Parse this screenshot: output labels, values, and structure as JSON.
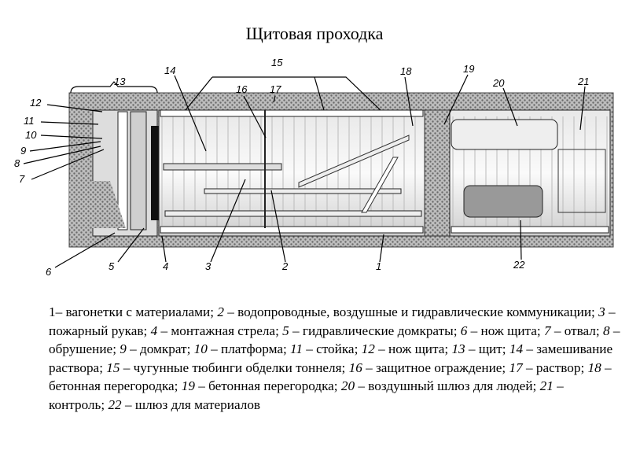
{
  "title": "Щитовая проходка",
  "diagram": {
    "labels": [
      "1",
      "2",
      "3",
      "4",
      "5",
      "6",
      "7",
      "8",
      "9",
      "10",
      "11",
      "12",
      "13",
      "14",
      "15",
      "16",
      "17",
      "18",
      "19",
      "20",
      "21",
      "22"
    ]
  },
  "legend": [
    {
      "num": "1",
      "text": "вагонетки с материалами"
    },
    {
      "num": "2",
      "text": "водопроводные, воздушные и гидравлические коммуникации"
    },
    {
      "num": "3",
      "text": "пожарный рукав"
    },
    {
      "num": "4",
      "text": "монтажная стрела"
    },
    {
      "num": "5",
      "text": "гидравлические домкраты"
    },
    {
      "num": "6",
      "text": "нож щита"
    },
    {
      "num": "7",
      "text": "отвал"
    },
    {
      "num": "8",
      "text": "обрушение"
    },
    {
      "num": "9",
      "text": "домкрат"
    },
    {
      "num": "10",
      "text": "платформа"
    },
    {
      "num": "11",
      "text": "стойка"
    },
    {
      "num": "12",
      "text": "нож щита"
    },
    {
      "num": "13",
      "text": "щит"
    },
    {
      "num": "14",
      "text": "замешивание раствора"
    },
    {
      "num": "15",
      "text": "чугунные тюбинги обделки тоннеля"
    },
    {
      "num": "16",
      "text": "защитное ограждение"
    },
    {
      "num": "17",
      "text": "раствор"
    },
    {
      "num": "18",
      "text": "бетонная перегородка"
    },
    {
      "num": "19",
      "text": "бетонная перегородка"
    },
    {
      "num": "20",
      "text": "воздушный шлюз для людей"
    },
    {
      "num": "21",
      "text": "контроль"
    },
    {
      "num": "22",
      "text": "шлюз для материалов"
    }
  ]
}
